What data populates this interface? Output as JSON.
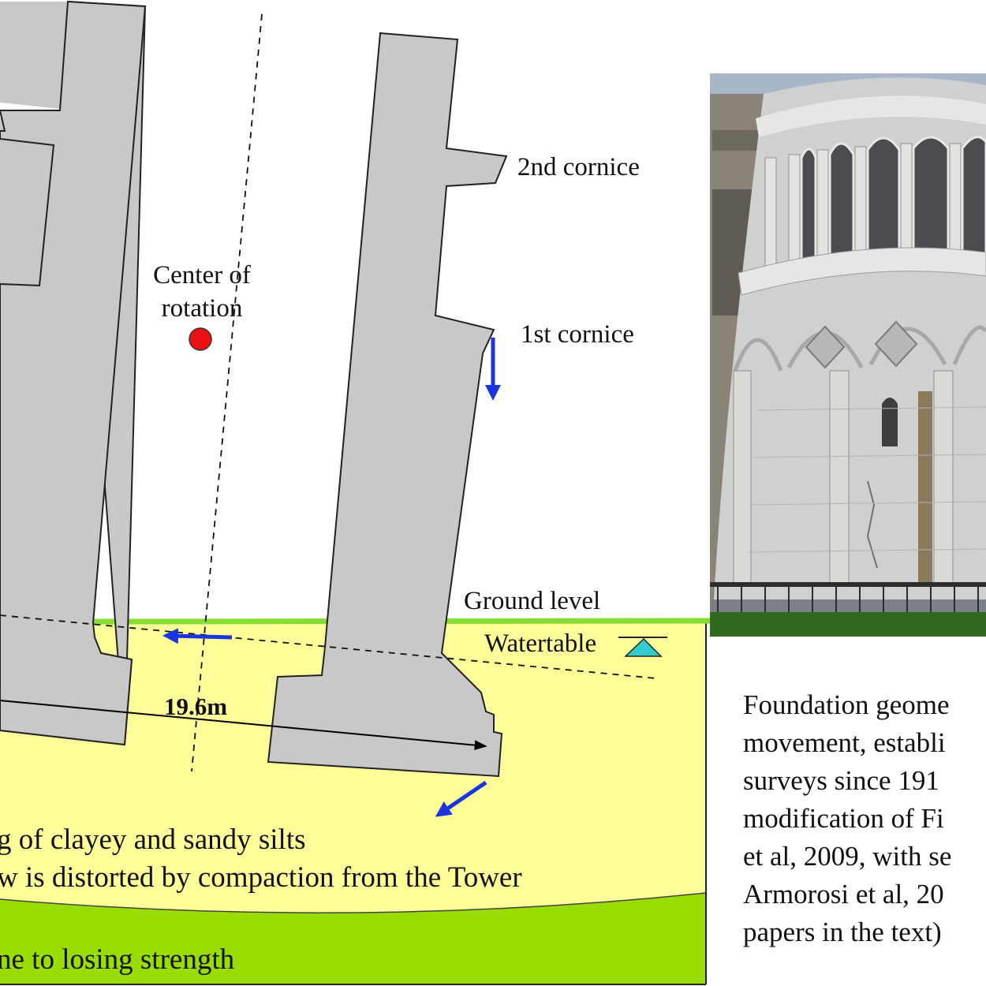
{
  "diagram": {
    "labels": {
      "second_cornice": "2nd cornice",
      "center_of_rotation_line1": "Center of",
      "center_of_rotation_line2": "rotation",
      "first_cornice": "1st cornice",
      "ground_level": "Ground level",
      "watertable": "Watertable",
      "dimension": "19.6m",
      "soil_layer_line1": "g of clayey and sandy silts",
      "soil_layer_line2": "w is distorted by compaction from the Tower",
      "clay_layer": "ne to losing strength"
    },
    "colors": {
      "tower": "#c8c8c8",
      "soil_upper": "#ffff99",
      "soil_lower": "#99dd00",
      "ground_line": "#88dd33",
      "arrows": "#1a35e0",
      "center_dot": "#ee1111",
      "watertable_symbol": "#33cccc"
    }
  },
  "photo": {
    "subject": "Leaning Tower of Pisa base with arcades and cornices"
  },
  "caption": {
    "lines": [
      "Foundation geome",
      "movement, establi",
      "surveys since 191",
      "modification of Fi",
      "et al, 2009, with se",
      "Armorosi et al, 20",
      "papers in the text)"
    ]
  }
}
